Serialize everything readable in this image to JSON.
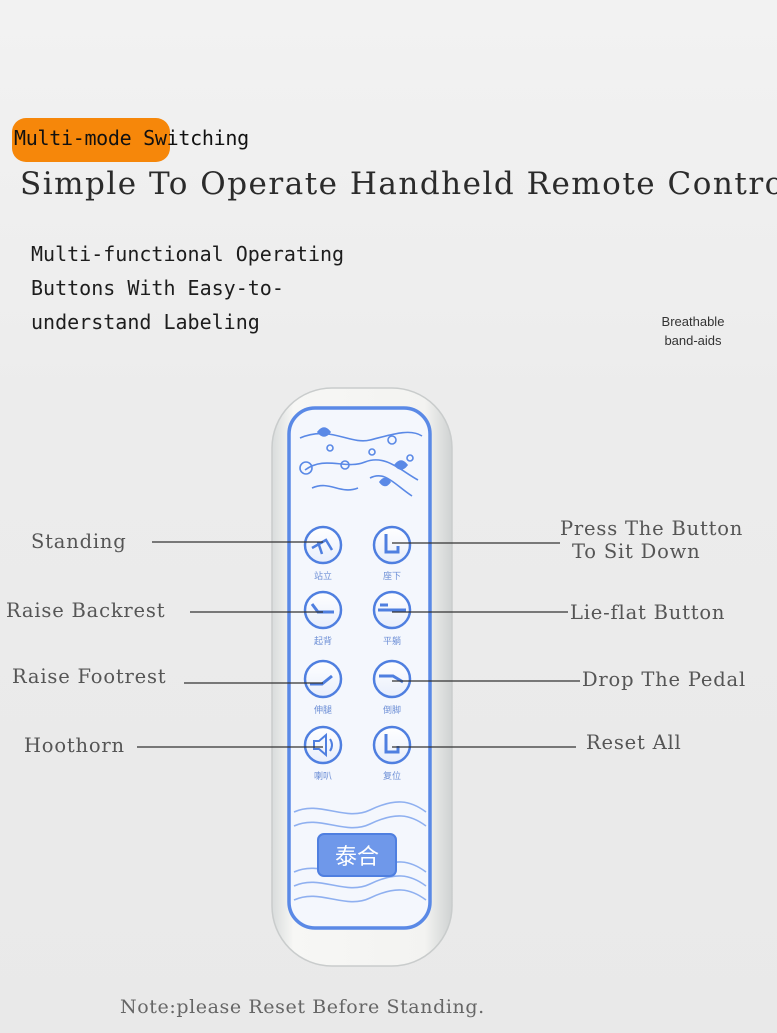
{
  "badge": {
    "label": "Multi-mode Switching",
    "color": "#f6870a"
  },
  "headline": "Simple To Operate Handheld Remote Control",
  "description": [
    "Multi-functional Operating",
    "Buttons With Easy-to-",
    "understand Labeling"
  ],
  "side_note": [
    "Breathable",
    "band-aids"
  ],
  "left_callouts": [
    "Standing",
    "Raise Backrest",
    "Raise Footrest",
    "Hoothorn"
  ],
  "right_callouts": [
    [
      "Press The Button",
      "To Sit Down"
    ],
    "Lie-flat Button",
    "Drop The Pedal",
    "Reset All"
  ],
  "remote": {
    "brand": "泰合",
    "buttons": [
      {
        "icon": "standing-icon",
        "caption": "站立"
      },
      {
        "icon": "sit-down-icon",
        "caption": "座下"
      },
      {
        "icon": "raise-backrest-icon",
        "caption": "起背"
      },
      {
        "icon": "lie-flat-icon",
        "caption": "平躺"
      },
      {
        "icon": "raise-footrest-icon",
        "caption": "伸腿"
      },
      {
        "icon": "drop-pedal-icon",
        "caption": "倒脚"
      },
      {
        "icon": "horn-icon",
        "caption": "喇叭"
      },
      {
        "icon": "reset-icon",
        "caption": "复位"
      }
    ],
    "accent_color": "#4f7fe0"
  },
  "note": "Note:please Reset Before Standing."
}
